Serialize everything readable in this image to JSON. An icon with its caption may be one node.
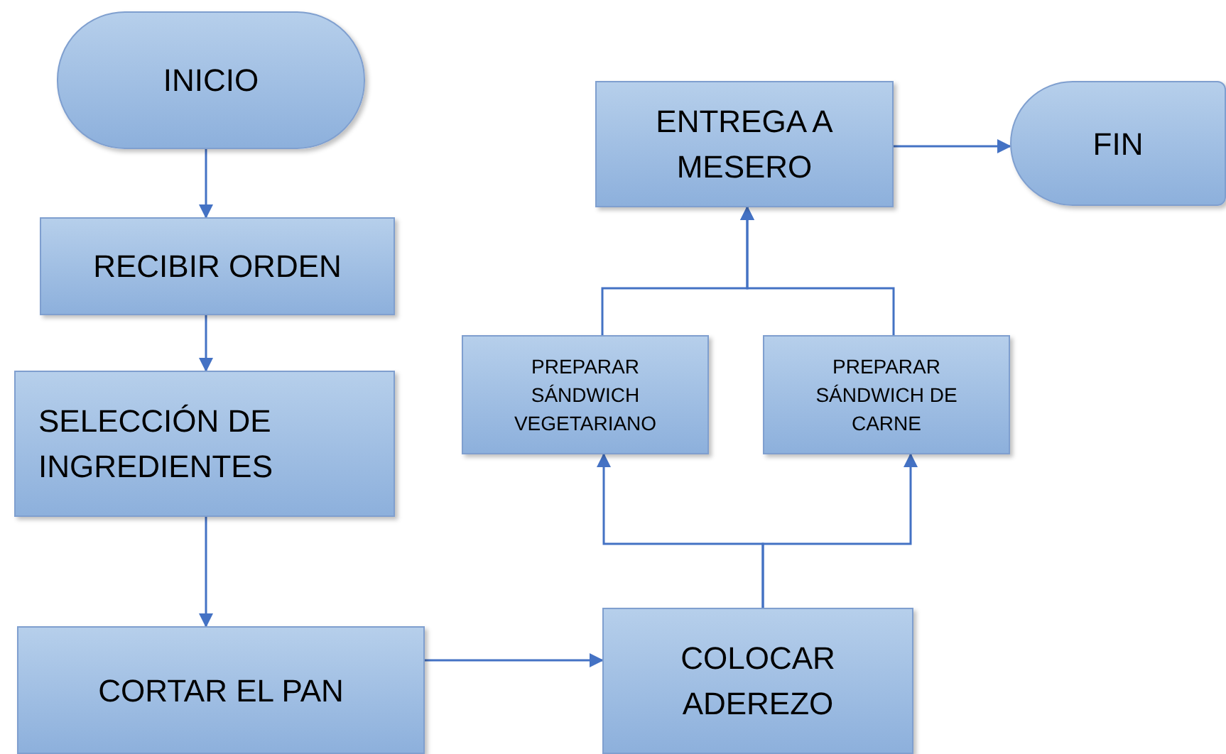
{
  "diagram": {
    "nodes": [
      {
        "text": [
          "INICIO"
        ]
      },
      {
        "text": [
          "RECIBIR ORDEN"
        ]
      },
      {
        "text": [
          "SELECCIÓN DE INGREDIENTES"
        ]
      },
      {
        "text": [
          "CORTAR EL PAN"
        ]
      },
      {
        "text": [
          "COLOCAR ADEREZO"
        ]
      },
      {
        "text": [
          "PREPARAR SÁNDWICH VEGETARIANO"
        ]
      },
      {
        "text": [
          "PREPARAR SÁNDWICH DE CARNE"
        ]
      },
      {
        "text": [
          "ENTREGA A MESERO"
        ]
      },
      {
        "text": [
          "FIN"
        ]
      }
    ],
    "edges": [
      {
        "from": 0,
        "to": 1,
        "arrow": "to"
      },
      {
        "from": 1,
        "to": 2,
        "arrow": "to"
      },
      {
        "from": 2,
        "to": 3,
        "arrow": "to"
      },
      {
        "from": 3,
        "to": 4,
        "arrow": "to"
      },
      {
        "from": 4,
        "to": 5,
        "arrow": "to"
      },
      {
        "from": 4,
        "to": 6,
        "arrow": "to"
      },
      {
        "from": 5,
        "to": 7,
        "arrow": "to"
      },
      {
        "from": 6,
        "to": 7,
        "arrow": "to"
      },
      {
        "from": 7,
        "to": 8,
        "arrow": "to"
      }
    ]
  }
}
